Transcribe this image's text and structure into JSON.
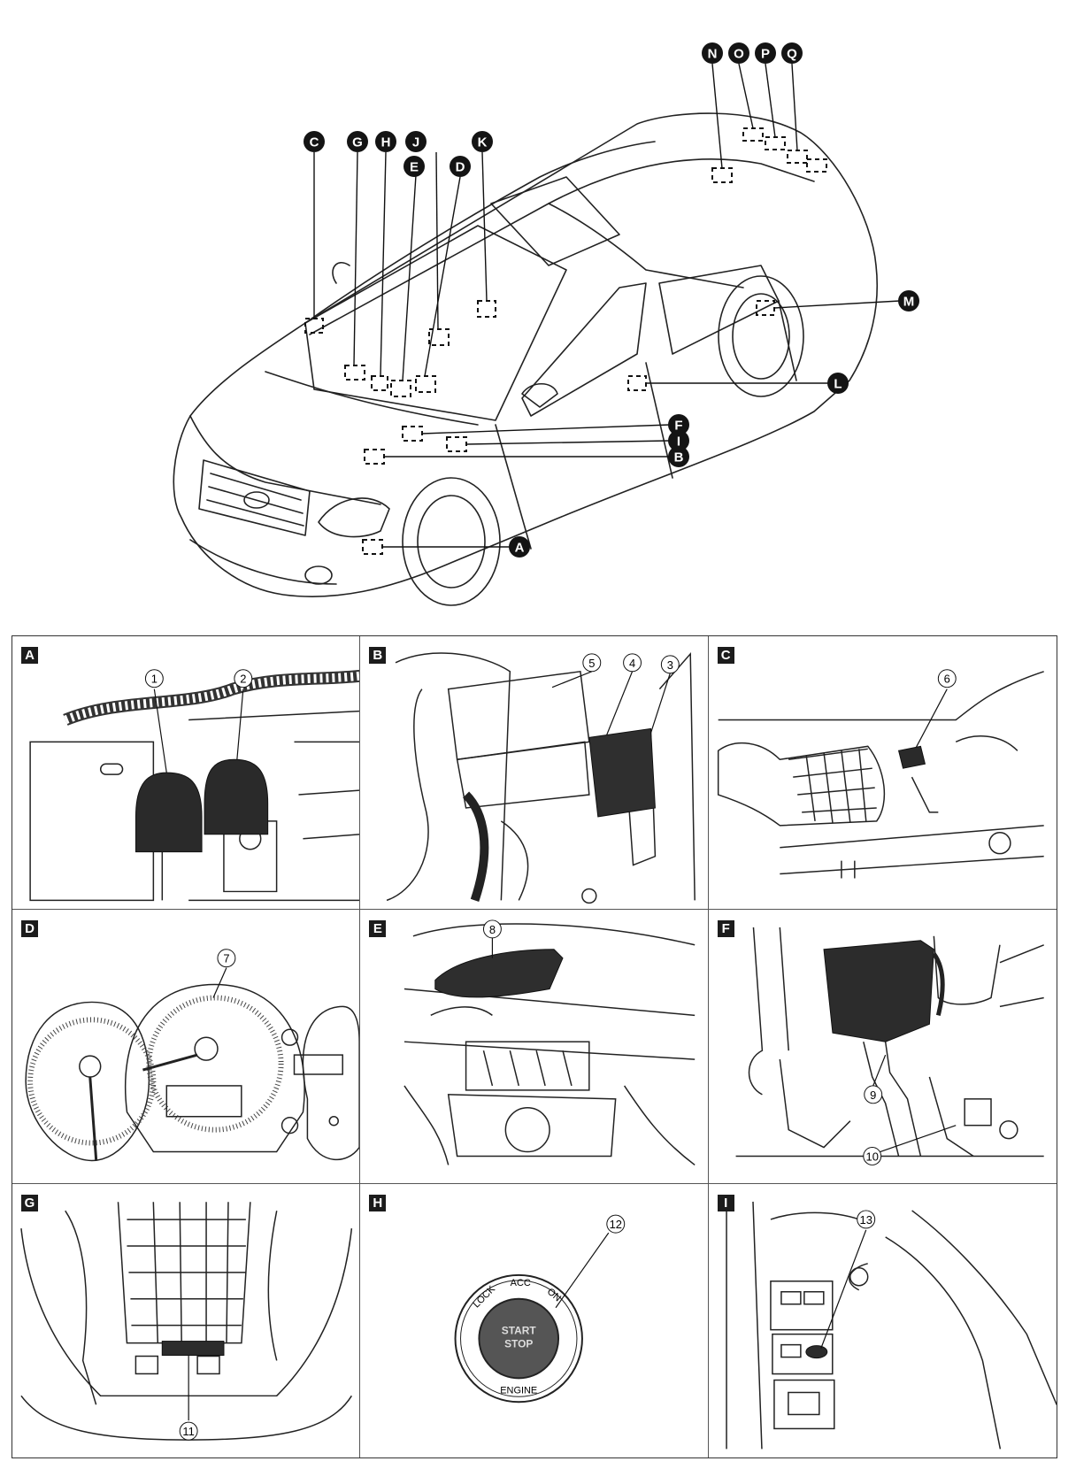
{
  "overview": {
    "callouts": [
      "A",
      "B",
      "C",
      "D",
      "E",
      "F",
      "G",
      "H",
      "I",
      "J",
      "K",
      "L",
      "M",
      "N",
      "O",
      "P",
      "Q"
    ]
  },
  "panels": [
    {
      "label": "A",
      "numbers": [
        "1",
        "2"
      ]
    },
    {
      "label": "B",
      "numbers": [
        "5",
        "4",
        "3"
      ]
    },
    {
      "label": "C",
      "numbers": [
        "6"
      ]
    },
    {
      "label": "D",
      "numbers": [
        "7"
      ]
    },
    {
      "label": "E",
      "numbers": [
        "8"
      ]
    },
    {
      "label": "F",
      "numbers": [
        "9",
        "10"
      ]
    },
    {
      "label": "G",
      "numbers": [
        "11"
      ]
    },
    {
      "label": "H",
      "numbers": [
        "12"
      ],
      "button_text": {
        "lock": "LOCK",
        "acc": "ACC",
        "on": "ON",
        "engine": "ENGINE",
        "center_line1": "START",
        "center_line2": "STOP"
      }
    },
    {
      "label": "I",
      "numbers": [
        "13"
      ]
    }
  ]
}
